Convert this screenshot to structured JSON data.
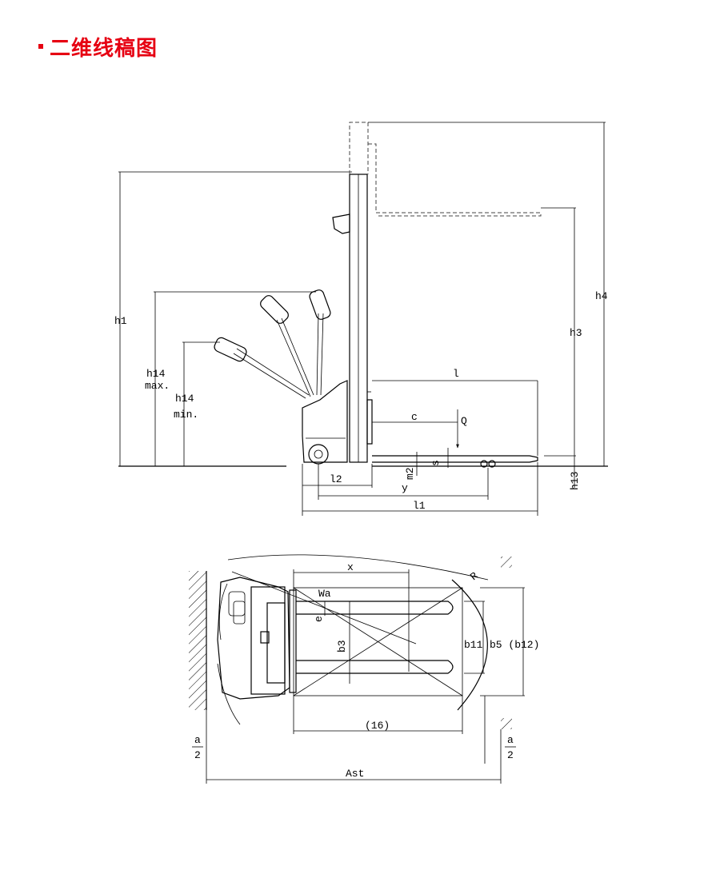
{
  "header": {
    "title": "二维线稿图"
  },
  "side_view": {
    "labels": {
      "h1": "h1",
      "h14_max_a": "h14",
      "h14_max_b": "max.",
      "h14_min_a": "h14",
      "h14_min_b": "min.",
      "h3": "h3",
      "h4": "h4",
      "h13": "h13",
      "l": "l",
      "c": "c",
      "Q": "Q",
      "s": "s",
      "m2": "m2",
      "l2": "l2",
      "y": "y",
      "l1": "l1"
    }
  },
  "top_view": {
    "labels": {
      "x": "x",
      "Wa": "Wa",
      "R": "R",
      "e": "e",
      "b3": "b3",
      "b11": "b11",
      "b5": "b5 (b12)",
      "sixteen": "(16)",
      "a_left_num": "a",
      "a_left_den": "2",
      "a_right_num": "a",
      "a_right_den": "2",
      "Ast": "Ast"
    }
  }
}
